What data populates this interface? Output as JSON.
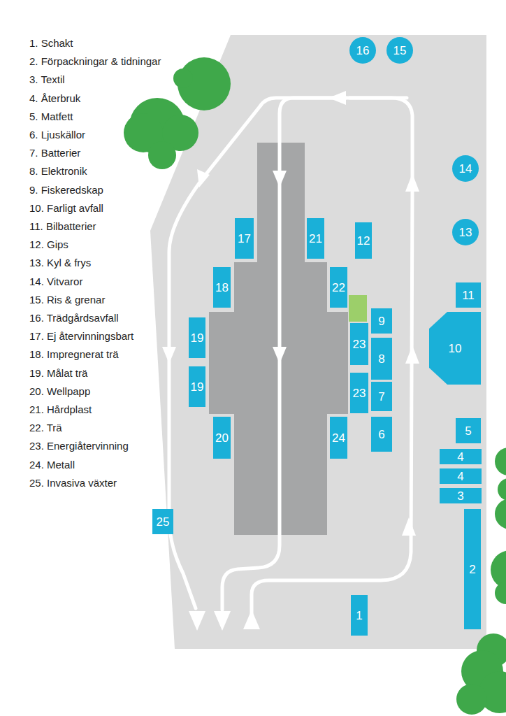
{
  "diagram": {
    "nodes": [
      {
        "text": [
          "16"
        ]
      },
      {
        "text": [
          "15"
        ]
      },
      {
        "text": [
          "14"
        ]
      },
      {
        "text": [
          "17"
        ]
      },
      {
        "text": [
          "21"
        ]
      },
      {
        "text": [
          "12"
        ]
      },
      {
        "text": [
          "13"
        ]
      },
      {
        "text": [
          "18"
        ]
      },
      {
        "text": [
          "22"
        ]
      },
      {
        "text": [
          "11"
        ]
      },
      {
        "text": [
          "9"
        ]
      },
      {
        "text": [
          "10"
        ]
      },
      {
        "text": [
          "19"
        ]
      },
      {
        "text": [
          "23"
        ]
      },
      {
        "text": [
          "8"
        ]
      },
      {
        "text": [
          "19"
        ]
      },
      {
        "text": [
          "23"
        ]
      },
      {
        "text": [
          "7"
        ]
      },
      {
        "text": [
          "20"
        ]
      },
      {
        "text": [
          "24"
        ]
      },
      {
        "text": [
          "6"
        ]
      },
      {
        "text": [
          "5"
        ]
      },
      {
        "text": [
          "4"
        ]
      },
      {
        "text": [
          "4"
        ]
      },
      {
        "text": [
          "3"
        ]
      },
      {
        "text": [
          "25"
        ]
      },
      {
        "text": [
          "2"
        ]
      },
      {
        "text": [
          "1"
        ]
      }
    ],
    "labels": [
      "1. Schakt",
      "2. Förpackningar & tidningar",
      "3. Textil",
      "4. Återbruk",
      "5. Matfett",
      "6. Ljuskällor",
      "7. Batterier",
      "8. Elektronik",
      "9. Fiskeredskap",
      "10. Farligt avfall",
      "11. Bilbatterier",
      "12. Gips",
      "13. Kyl & frys",
      "14. Vitvaror",
      "15. Ris & grenar",
      "16. Trädgårdsavfall",
      "17. Ej återvinningsbart",
      "18. Impregnerat trä",
      "19. Målat trä",
      "20. Wellpapp",
      "21. Hårdplast",
      "22. Trä",
      "23. Energiåtervinning",
      "24. Metall",
      "25. Invasiva växter"
    ]
  }
}
